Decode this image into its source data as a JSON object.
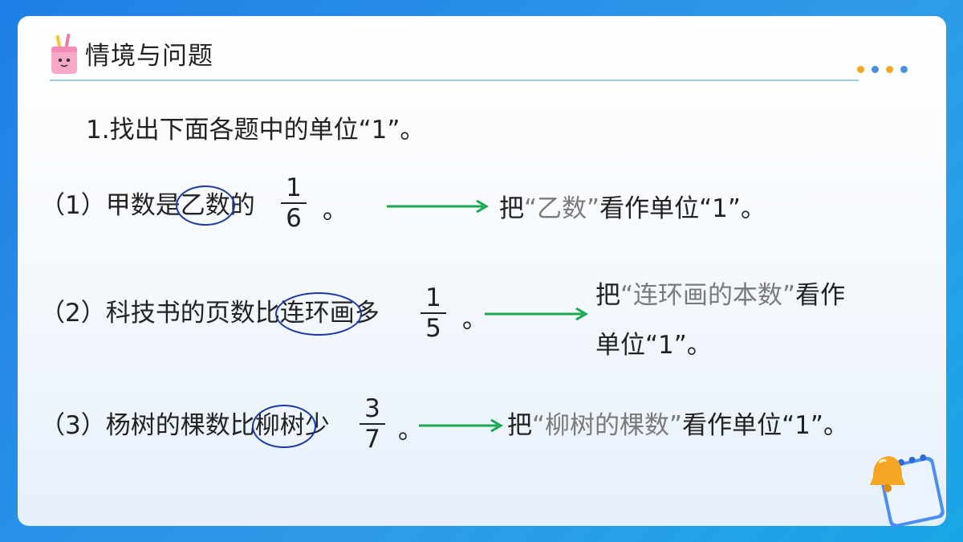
{
  "header": {
    "title": "情境与问题",
    "icon": "pencil-cup-icon",
    "dot_colors": [
      "#f5a623",
      "#4a90e2",
      "#f5a623",
      "#4a90e2"
    ]
  },
  "intro": "1.找出下面各题中的单位“1”。",
  "questions": [
    {
      "before": "（1）甲数是",
      "circled": "乙数",
      "after": "的",
      "numerator": "1",
      "denominator": "6",
      "end": "。",
      "answer": {
        "prefix": "把",
        "quoted": "“乙数”",
        "suffix": "看作单位“1”。"
      }
    },
    {
      "before": "（2）科技书的页数比",
      "circled": "连环画",
      "after": "多",
      "numerator": "1",
      "denominator": "5",
      "end": "。",
      "answer": {
        "prefix": "把",
        "quoted": "“连环画的本数”",
        "suffix": "看作",
        "line2": "单位“1”。"
      }
    },
    {
      "before": "（3）杨树的棵数比",
      "circled": "柳树",
      "after": "少",
      "numerator": "3",
      "denominator": "7",
      "end": "。",
      "answer": {
        "prefix": "把",
        "quoted": "“柳树的棵数”",
        "suffix": "看作单位“1”。"
      }
    }
  ],
  "colors": {
    "arrow": "#19a84e",
    "ring": "#1d3aa5",
    "background": "#2b8fe8"
  },
  "decor": {
    "bell": "bell-notepad-icon"
  }
}
